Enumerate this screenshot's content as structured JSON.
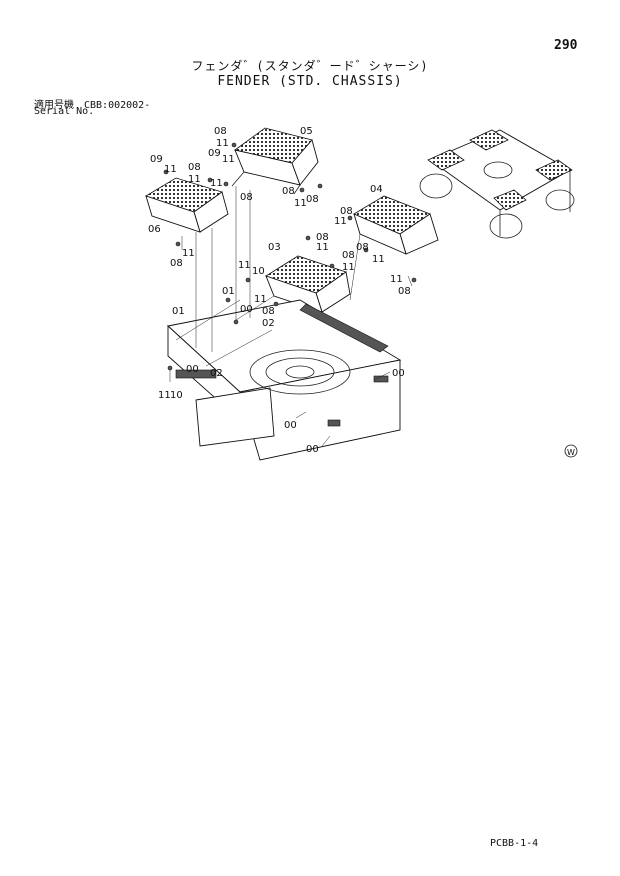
{
  "header": {
    "page_number": "290",
    "title_jp": "フェンダ゛(スタンダ゛ード゛シャーシ)",
    "title_en": "FENDER (STD. CHASSIS)",
    "serial_jp": "適用号機　CBB:002002-",
    "serial_en": "Serial No."
  },
  "footer": {
    "code": "PCBB-1-4"
  },
  "legend_symbol": "W",
  "callouts": {
    "c05": "05",
    "c06": "06",
    "c04": "04",
    "c03": "03",
    "c01a": "01",
    "c01b": "01",
    "c02a": "02",
    "c02b": "02",
    "c09a": "09",
    "c09b": "09",
    "c10a": "10",
    "c10b": "10",
    "c08a": "08",
    "c08b": "08",
    "c08c": "08",
    "c08d": "08",
    "c08e": "08",
    "c08f": "08",
    "c08g": "08",
    "c08h": "08",
    "c08i": "08",
    "c08j": "08",
    "c08k": "08",
    "c08l": "08",
    "c11a": "11",
    "c11b": "11",
    "c11c": "11",
    "c11d": "11",
    "c11e": "11",
    "c11f": "11",
    "c11g": "11",
    "c11h": "11",
    "c11i": "11",
    "c11j": "11",
    "c11k": "11",
    "c11l": "11",
    "c11m": "11",
    "c11n": "11",
    "c11o": "11",
    "c00a": "00",
    "c00b": "00",
    "c00c": "00",
    "c00d": "00",
    "c00e": "00"
  }
}
